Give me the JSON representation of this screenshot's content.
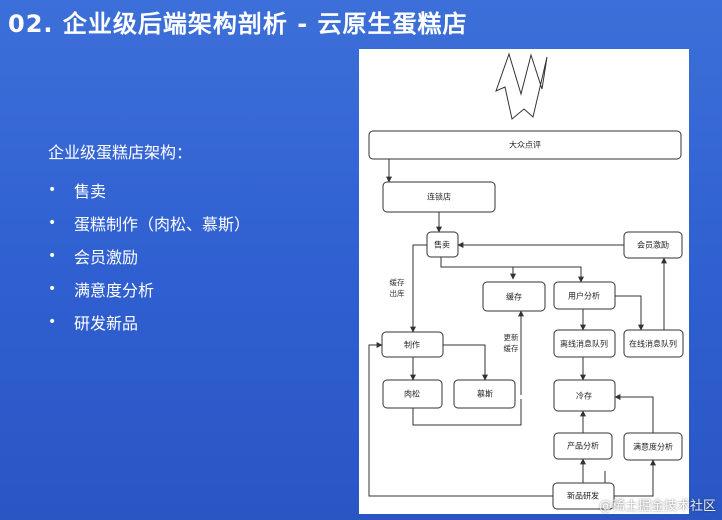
{
  "slide": {
    "title": "02.  企业级后端架构剖析 - 云原生蛋糕店"
  },
  "content": {
    "heading": "企业级蛋糕店架构：",
    "bullet_symbol": "•",
    "items": [
      "售卖",
      "蛋糕制作（肉松、慕斯）",
      "会员激励",
      "满意度分析",
      "研发新品"
    ]
  },
  "diagram": {
    "nodes": {
      "dianping": "大众点评",
      "store": "连锁店",
      "sell": "售卖",
      "member": "会员激励",
      "cache": "缓存",
      "user_analysis": "用户分析",
      "make": "制作",
      "offline_queue": "离线消息队列",
      "online_queue": "在线消息队列",
      "rousong": "肉松",
      "mousse": "慕斯",
      "cold_storage": "冷存",
      "product_analysis": "产品分析",
      "satisfaction": "满意度分析",
      "new_product": "新品研发"
    },
    "edge_labels": {
      "cache_out_1": "缓存",
      "cache_out_2": "出库",
      "update_cache_1": "更新",
      "update_cache_2": "缓存"
    }
  },
  "watermark": "@稀土掘金技术社区",
  "colors": {
    "background": "#3161d2",
    "panel": "#ffffff",
    "stroke": "#333333"
  }
}
